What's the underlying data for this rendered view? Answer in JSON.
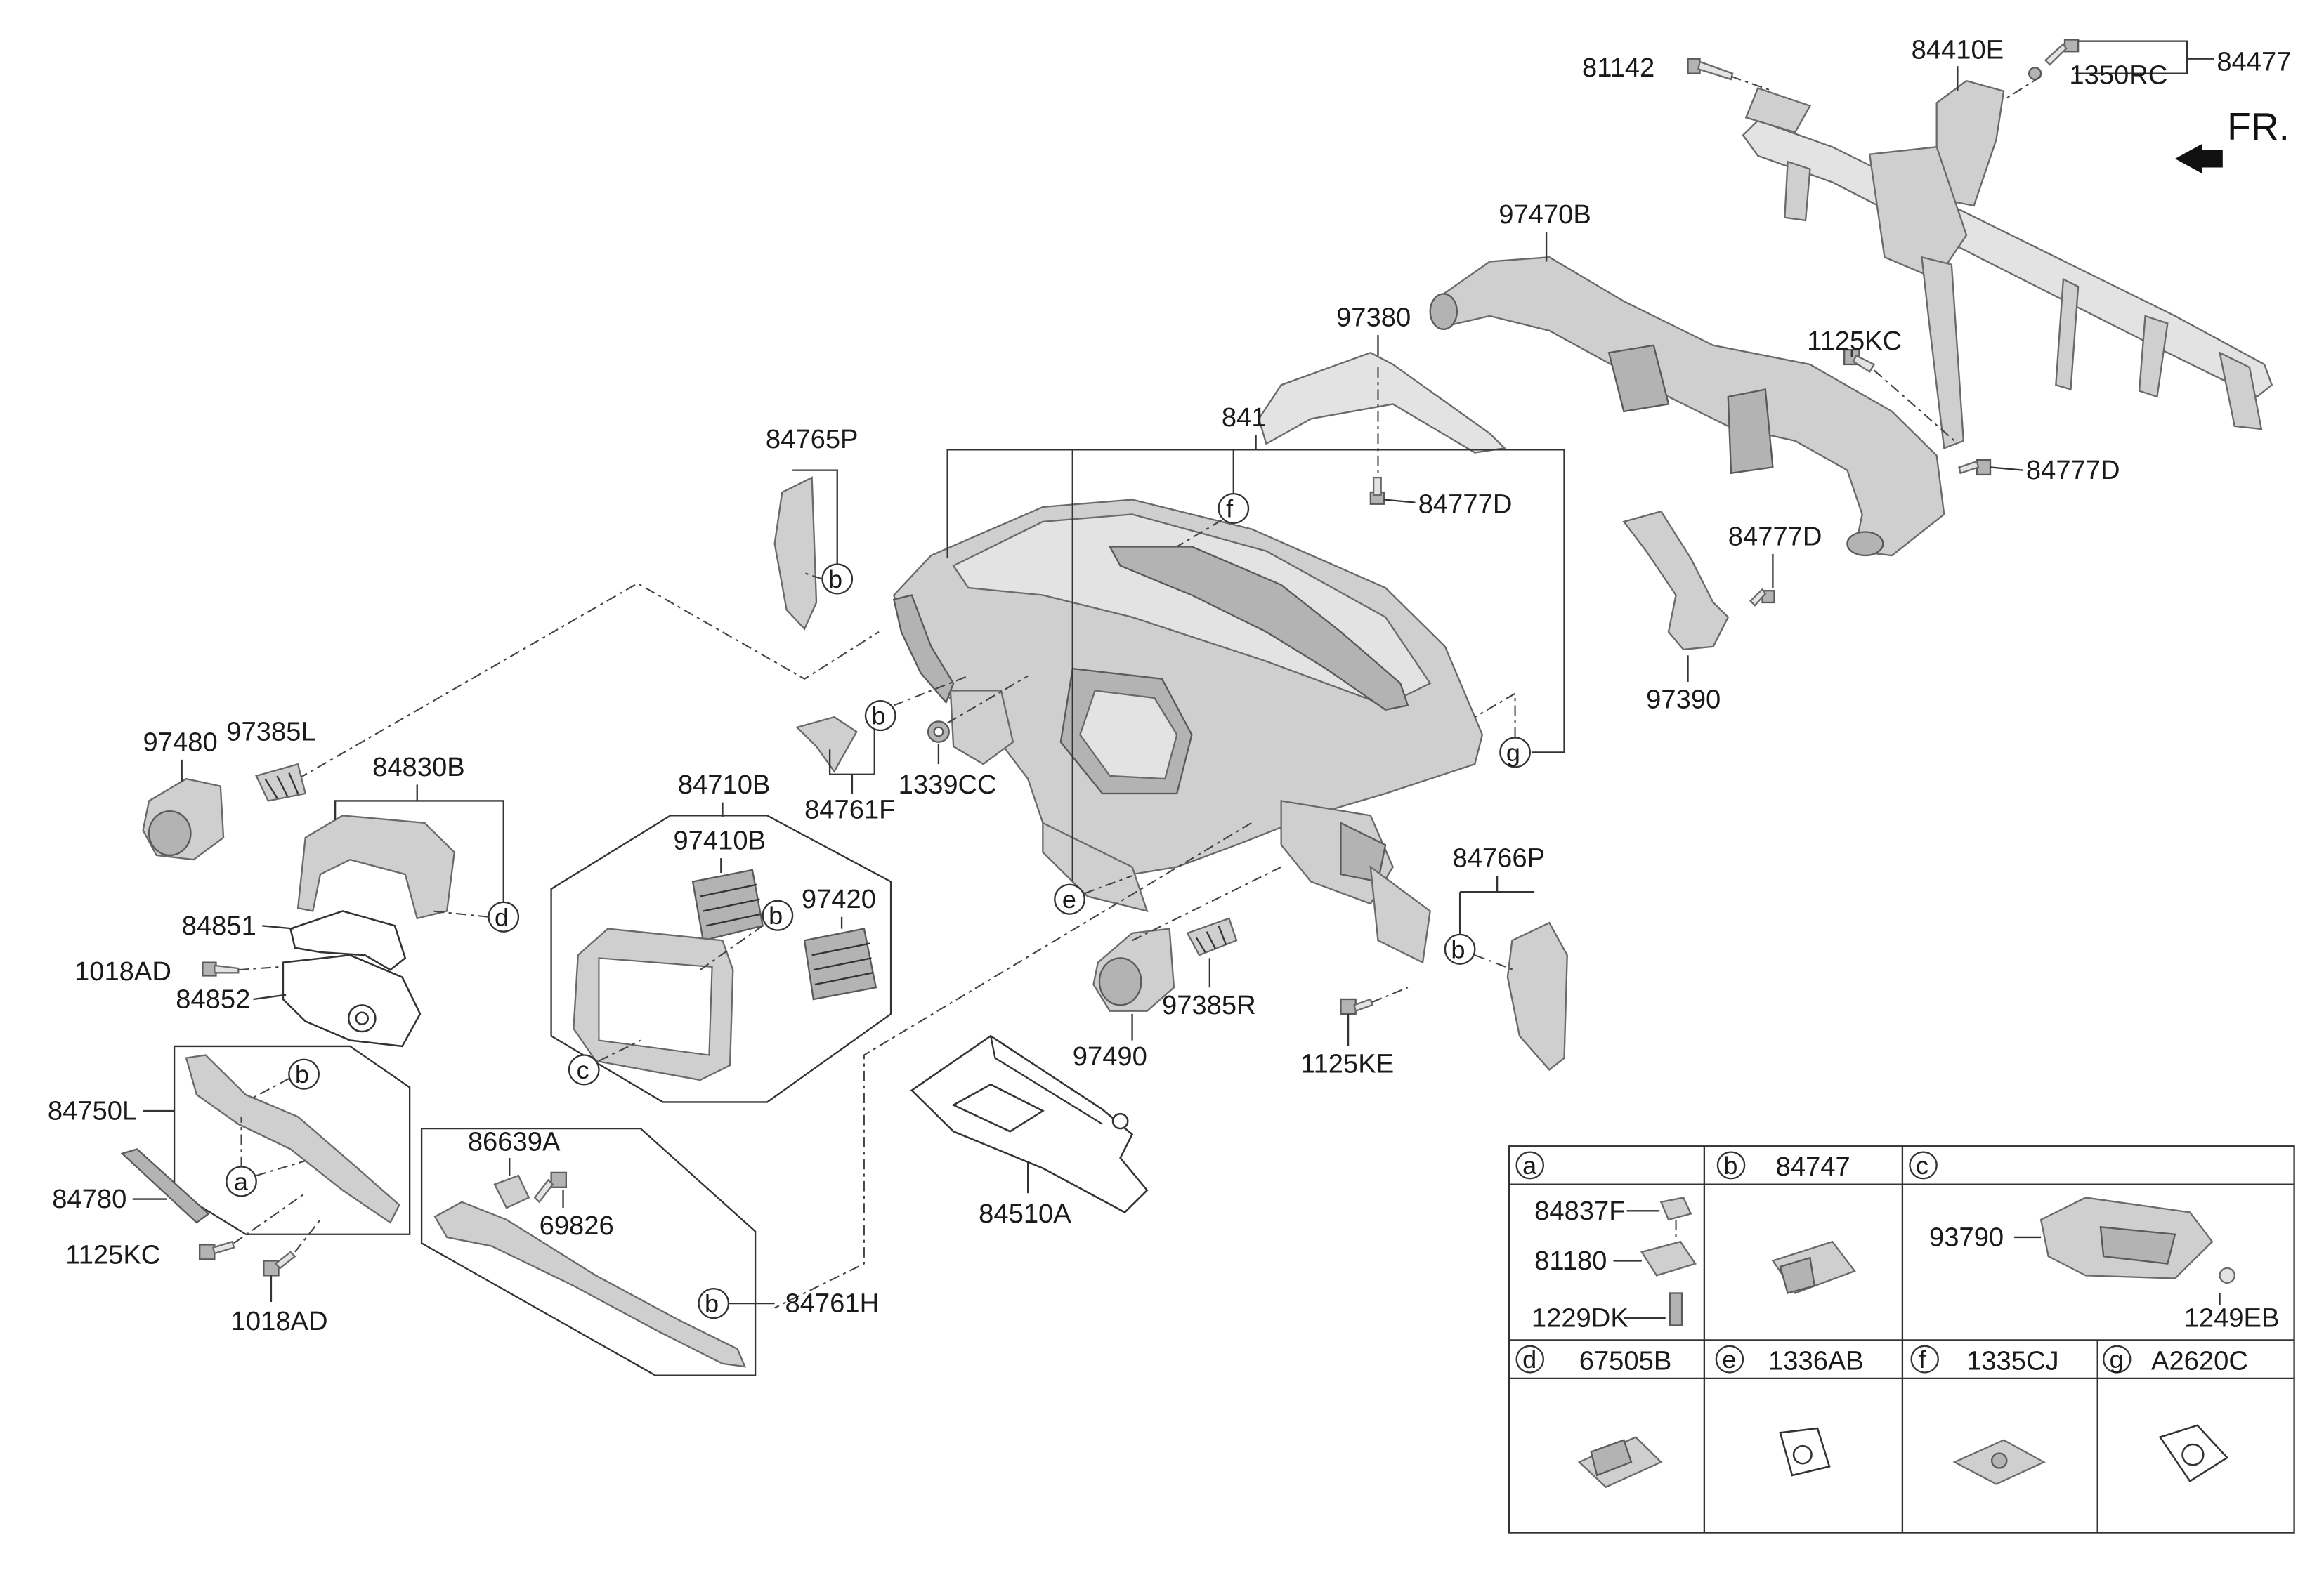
{
  "labels": {
    "p81142": "81142",
    "p84410E": "84410E",
    "p84477": "84477",
    "p1350RC": "1350RC",
    "fr": "FR.",
    "p97470B": "97470B",
    "p97380": "97380",
    "p1125KC_top": "1125KC",
    "p84777D_right": "84777D",
    "p84777D_mid": "84777D",
    "p84777D_lower": "84777D",
    "p97390": "97390",
    "p841": "841",
    "p84765P": "84765P",
    "p1339CC": "1339CC",
    "p84761F": "84761F",
    "p97480": "97480",
    "p97385L": "97385L",
    "p84830B": "84830B",
    "p84710B": "84710B",
    "p97410B": "97410B",
    "p97420": "97420",
    "p84851": "84851",
    "p1018AD_top": "1018AD",
    "p84852": "84852",
    "p84766P": "84766P",
    "p97385R": "97385R",
    "p97490": "97490",
    "p1125KE": "1125KE",
    "p84750L": "84750L",
    "p84780": "84780",
    "p1125KC_bot": "1125KC",
    "p1018AD_bot": "1018AD",
    "p86639A": "86639A",
    "p69826": "69826",
    "p84761H": "84761H",
    "p84510A": "84510A"
  },
  "callouts": {
    "b1": "b",
    "b2": "b",
    "b3": "b",
    "b4": "b",
    "b5": "b",
    "b6": "b",
    "a1": "a",
    "c1": "c",
    "d1": "d",
    "e1": "e",
    "f1": "f",
    "g1": "g"
  },
  "legend": {
    "a": {
      "letter": "a",
      "part": "",
      "items": [
        "84837F",
        "81180",
        "1229DK"
      ]
    },
    "b": {
      "letter": "b",
      "part": "84747"
    },
    "c": {
      "letter": "c",
      "part": "",
      "items": [
        "93790",
        "1249EB"
      ]
    },
    "d": {
      "letter": "d",
      "part": "67505B"
    },
    "e": {
      "letter": "e",
      "part": "1336AB"
    },
    "f": {
      "letter": "f",
      "part": "1335CJ"
    },
    "g": {
      "letter": "g",
      "part": "A2620C"
    }
  }
}
